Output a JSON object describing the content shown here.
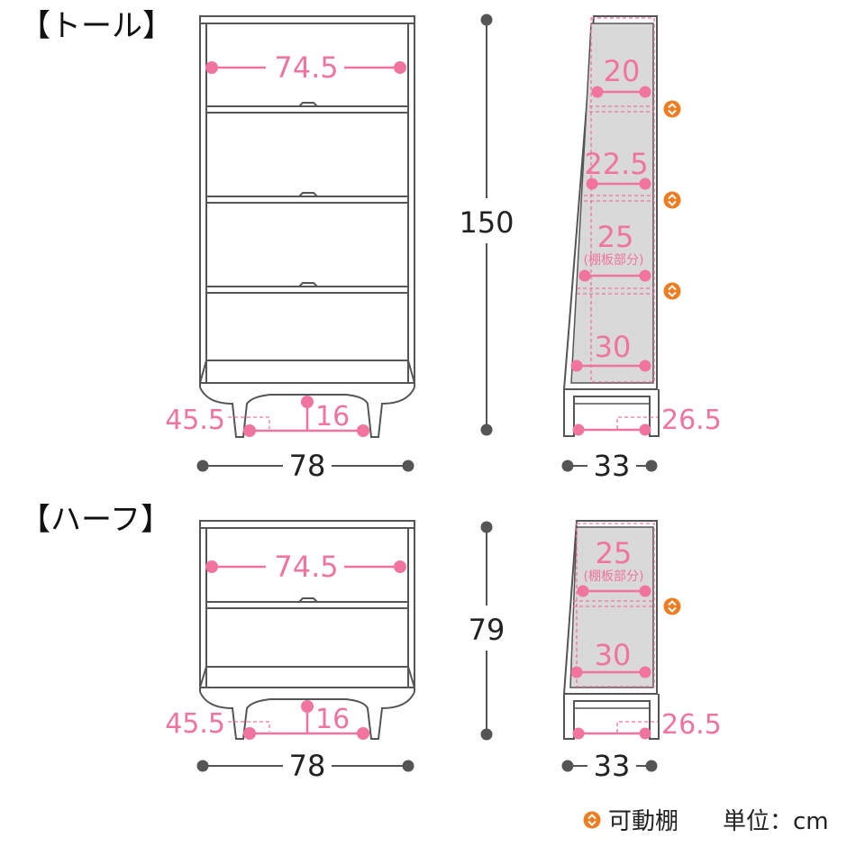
{
  "sections": {
    "tall": {
      "label": "【トール】"
    },
    "half": {
      "label": "【ハーフ】"
    }
  },
  "dims": {
    "tall_inner_width": "74.5",
    "tall_height": "150",
    "tall_leg_outer": "45.5",
    "tall_leg_clear": "16",
    "tall_width": "78",
    "tall_depth": "33",
    "tall_side_bottom": "26.5",
    "tall_shelf_1": "20",
    "tall_shelf_2": "22.5",
    "tall_shelf_3": "25",
    "tall_shelf_3_note": "(棚板部分)",
    "tall_shelf_4": "30",
    "half_inner_width": "74.5",
    "half_height": "79",
    "half_leg_outer": "45.5",
    "half_leg_clear": "16",
    "half_width": "78",
    "half_depth": "33",
    "half_side_bottom": "26.5",
    "half_shelf_1": "25",
    "half_shelf_1_note": "(棚板部分)",
    "half_shelf_2": "30"
  },
  "legend": {
    "movable_shelf": "可動棚",
    "unit": "単位：cm"
  },
  "colors": {
    "pink": "#f0749e",
    "orange": "#ee7d22",
    "gray_fill": "#d9d9d9",
    "line": "#555555"
  }
}
